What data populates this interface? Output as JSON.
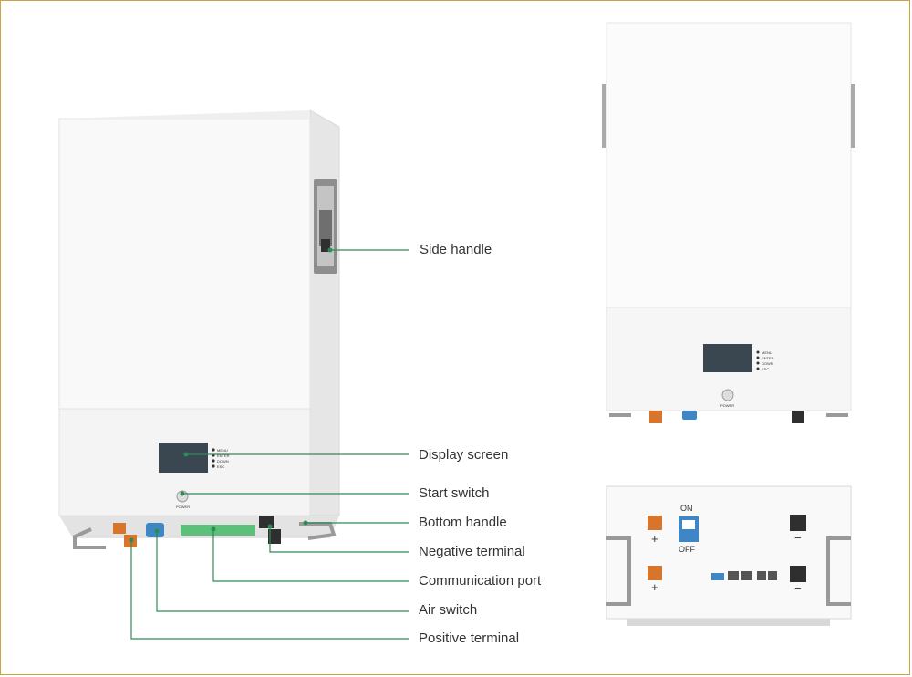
{
  "colors": {
    "frame": "#c9a24a",
    "leader_line": "#2e8b57",
    "cabinet": "#f7f7f7",
    "screen": "#3a4650",
    "orange_terminal": "#d7752d",
    "blue_switch": "#3f86c5",
    "green_board": "#5cbf7a"
  },
  "callouts": [
    {
      "id": "side-handle",
      "label": "Side handle"
    },
    {
      "id": "display-screen",
      "label": "Display screen"
    },
    {
      "id": "start-switch",
      "label": "Start switch"
    },
    {
      "id": "bottom-handle",
      "label": "Bottom handle"
    },
    {
      "id": "negative-terminal",
      "label": "Negative terminal"
    },
    {
      "id": "communication-port",
      "label": "Communication port"
    },
    {
      "id": "air-switch",
      "label": "Air switch"
    },
    {
      "id": "positive-terminal",
      "label": "Positive terminal"
    }
  ],
  "device_text": {
    "buttons": [
      "MENU",
      "ENTER",
      "DOWN",
      "ESC"
    ],
    "power": "POWER",
    "switch_on": "ON",
    "switch_off": "OFF",
    "plus": "+",
    "minus": "−"
  },
  "icons": [
    "battery-cabinet-perspective-image",
    "battery-cabinet-front-image",
    "battery-bottom-panel-image"
  ]
}
